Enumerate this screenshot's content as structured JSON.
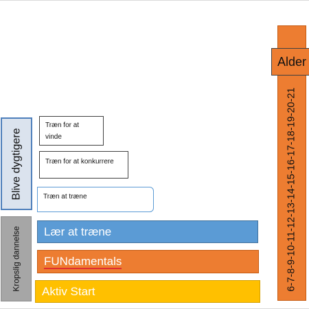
{
  "vertical_labels": {
    "blive": "Blive dygtigere",
    "kropslig": "Kropslig dannelse"
  },
  "boxes": {
    "vinde_line1": "Træn for at",
    "vinde_line2": "vinde",
    "konkurrere": "Træn for at konkurrere",
    "traene": "Træn at træne"
  },
  "bars": {
    "lar": "Lær at træne",
    "fundamentals": "FUNdamentals",
    "aktiv": "Aktiv Start"
  },
  "age": {
    "header": "Alder",
    "range": "6-7-8-9-10-11-12-13-14-15-16-17-18-19-20-21"
  },
  "colors": {
    "blue": "#5b9bd5",
    "orange": "#ed7d31",
    "yellow": "#ffc000",
    "gray": "#a6a6a6"
  }
}
